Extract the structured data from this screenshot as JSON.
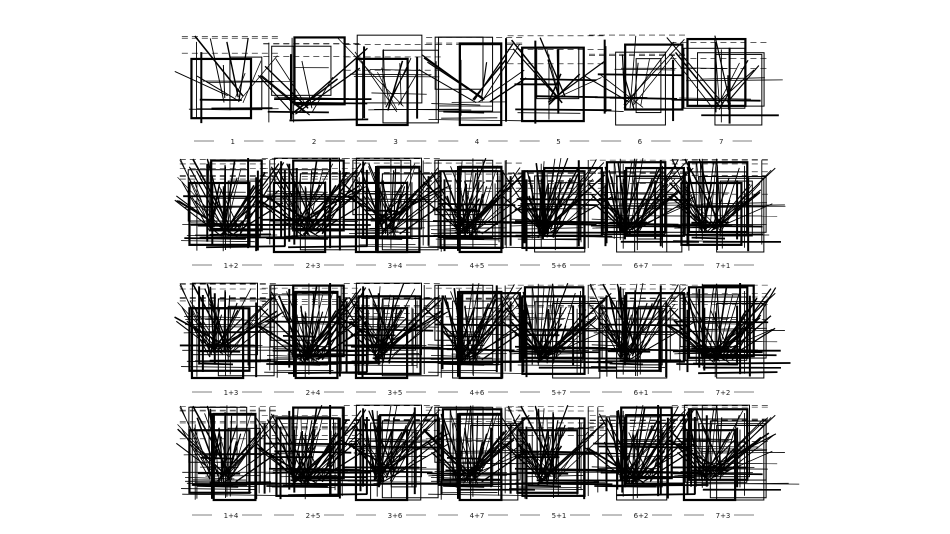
{
  "image": {
    "kind": "scanned drawing",
    "ink_color": "#000000",
    "paper_color": "#ffffff"
  },
  "rows": [
    {
      "panels": 7,
      "labels": [
        "1",
        "2",
        "3",
        "4",
        "5",
        "6",
        "7"
      ]
    },
    {
      "panels": 7,
      "labels": [
        "1+2",
        "2+3",
        "3+4",
        "4+5",
        "5+6",
        "6+7",
        "7+1"
      ]
    },
    {
      "panels": 7,
      "labels": [
        "1+3",
        "2+4",
        "3+5",
        "4+6",
        "5+7",
        "6+1",
        "7+2"
      ]
    },
    {
      "panels": 7,
      "labels": [
        "1+4",
        "2+5",
        "3+6",
        "4+7",
        "5+1",
        "6+2",
        "7+3"
      ]
    }
  ]
}
